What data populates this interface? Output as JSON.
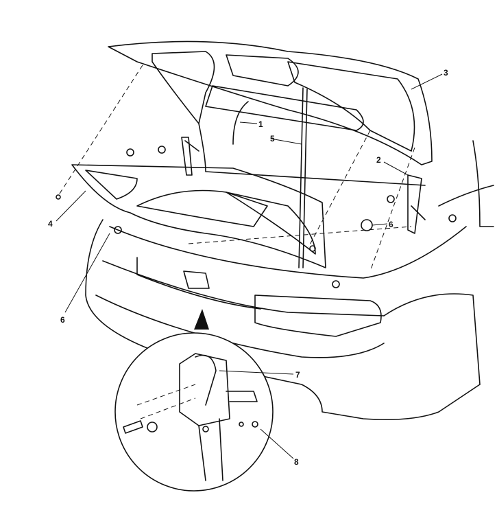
{
  "diagram": {
    "type": "exploded-parts-illustration",
    "callouts": [
      {
        "id": "c1",
        "label": "1"
      },
      {
        "id": "c2",
        "label": "2"
      },
      {
        "id": "c3",
        "label": "3"
      },
      {
        "id": "c4",
        "label": "4"
      },
      {
        "id": "c5",
        "label": "5"
      },
      {
        "id": "c6a",
        "label": "6"
      },
      {
        "id": "c6b",
        "label": "6"
      },
      {
        "id": "c7",
        "label": "7"
      },
      {
        "id": "c8",
        "label": "8"
      }
    ],
    "line_color": "#111111",
    "background": "#ffffff"
  }
}
